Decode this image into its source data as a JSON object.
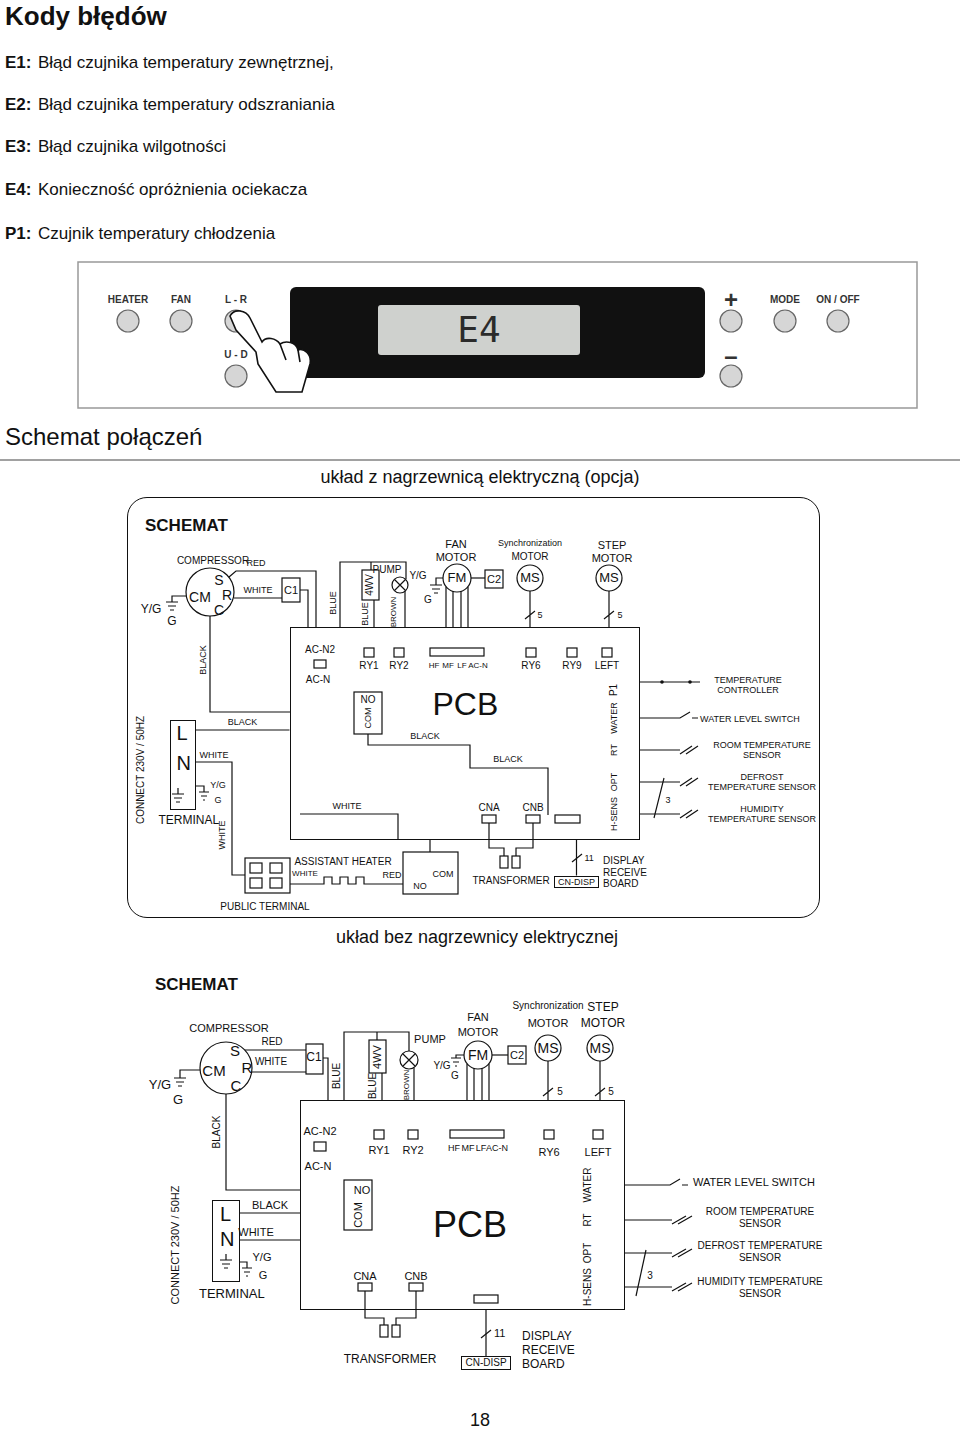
{
  "diagram": {
    "title": "Kody błędów",
    "nodes": [
      {
        "text": [
          "E4"
        ]
      },
      {
        "text": [
          "SCHEMAT"
        ]
      },
      {
        "text": [
          "PCB"
        ],
        "in": 1
      },
      {
        "text": [
          "L",
          "N",
          "TERMINAL"
        ],
        "in": 1
      },
      {
        "text": [
          "CN-DISP"
        ],
        "in": 1
      },
      {
        "text": [
          "PCB"
        ]
      },
      {
        "text": [
          "L",
          "N",
          "TERMINAL"
        ]
      },
      {
        "text": [
          "CN-DISP"
        ]
      }
    ],
    "edges": [
      {
        "from": 3,
        "to": 2,
        "arrow": "none",
        "label": "BLACK"
      },
      {
        "from": 4,
        "to": 2,
        "arrow": "none",
        "label": "11"
      },
      {
        "from": 6,
        "to": 5,
        "arrow": "none",
        "label": "BLACK"
      },
      {
        "from": 7,
        "to": 5,
        "arrow": "none",
        "label": "11"
      }
    ],
    "labels": [
      "E1:",
      "Błąd czujnika temperatury zewnętrznej,",
      "E2:",
      "Błąd czujnika temperatury odszraniania",
      "E3:",
      "Błąd czujnika wilgotności",
      "E4:",
      "Konieczność opróżnienia ociekacza",
      "P1:",
      "Czujnik temperatury chłodzenia",
      "HEATER",
      "FAN",
      "L - R",
      "U - D",
      "+",
      "–",
      "MODE",
      "ON / OFF",
      "Schemat połączeń",
      "układ z nagrzewnicą elektryczną (opcja)",
      "układ bez nagrzewnicy elektrycznej",
      "COMPRESSOR",
      "RED",
      "S",
      "WHITE",
      "CM",
      "R",
      "C",
      "C1",
      "Y/G",
      "G",
      "BLUE",
      "PUMP",
      "4WV",
      "BLUE",
      "BROWN",
      "FAN",
      "MOTOR",
      "FM",
      "C2",
      "Y/G",
      "G",
      "Synchronization",
      "MOTOR",
      "MS",
      "5",
      "STEP",
      "MOTOR",
      "MS",
      "5",
      "BLACK",
      "AC-N2",
      "AC-N",
      "RY1",
      "RY2",
      "HF",
      "MF",
      "LF",
      "AC-N",
      "RY6",
      "RY9",
      "LEFT",
      "NO",
      "COM",
      "P1",
      "TEMPERATURE CONTROLLER",
      "WATER",
      "WATER LEVEL SWITCH",
      "RT",
      "ROOM TEMPERATURE SENSOR",
      "OPT",
      "DEFROST TEMPERATURE SENSOR",
      "3",
      "H-SENS",
      "HUMIDITY TEMPERATURE SENSOR",
      "WHITE",
      "Y/G",
      "G",
      "CONNECT 230V / 50HZ",
      "WHITE",
      "BLACK",
      "BLACK",
      "WHITE",
      "CNA",
      "CNB",
      "ASSISTANT HEATER",
      "WHITE",
      "RED",
      "NO",
      "COM",
      "TRANSFORMER",
      "DISPLAY RECEIVE BOARD",
      "PUBLIC TERMINAL",
      "SCHEMAT",
      "COMPRESSOR",
      "RED",
      "S",
      "WHITE",
      "CM",
      "R",
      "C",
      "C1",
      "Y/G",
      "G",
      "BLUE",
      "4WV",
      "PUMP",
      "BLUE",
      "BROWN",
      "FAN",
      "MOTOR",
      "FM",
      "C2",
      "Y/G",
      "G",
      "Synchronization",
      "MOTOR",
      "MS",
      "STEP",
      "MOTOR",
      "MS",
      "5",
      "5",
      "BLACK",
      "AC-N2",
      "AC-N",
      "RY1",
      "RY2",
      "HF",
      "MF",
      "LF",
      "AC-N",
      "RY6",
      "LEFT",
      "NO",
      "COM",
      "WATER",
      "RT",
      "OPT",
      "H-SENS",
      "WATER LEVEL SWITCH",
      "ROOM TEMPERATURE SENSOR",
      "DEFROST TEMPERATURE SENSOR",
      "3",
      "HUMIDITY TEMPERATURE SENSOR",
      "WHITE",
      "Y/G",
      "G",
      "CONNECT 230V / 50HZ",
      "CNA",
      "CNB",
      "TRANSFORMER",
      "DISPLAY RECEIVE BOARD",
      "18"
    ]
  }
}
